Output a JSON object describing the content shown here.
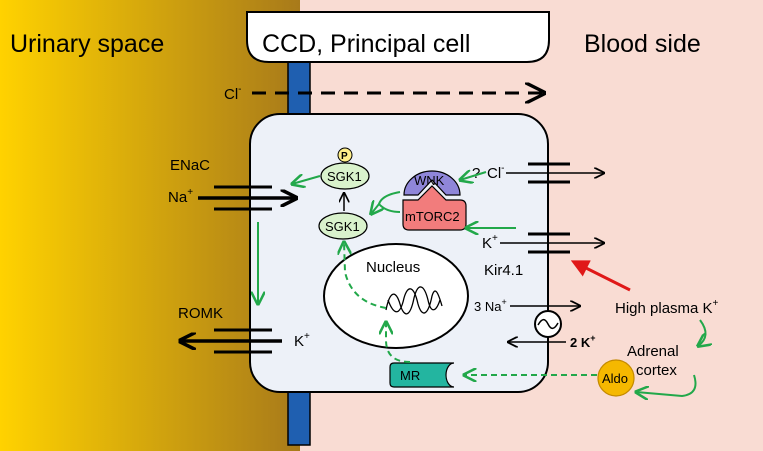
{
  "regions": {
    "urinary": "Urinary space",
    "cell": "CCD, Principal cell",
    "blood": "Blood side"
  },
  "labels": {
    "cl_top": "Cl",
    "cl_top_sup": "-",
    "enac": "ENaC",
    "na": "Na",
    "na_sup": "+",
    "romk": "ROMK",
    "k_romk": "K",
    "k_romk_sup": "+",
    "p": "P",
    "sgk1_p": "SGK1",
    "sgk1": "SGK1",
    "wnk": "WNK",
    "mtorc2": "mTORC2",
    "question": "?",
    "cl_right": "Cl",
    "cl_right_sup": "-",
    "k_kir": "K",
    "k_kir_sup": "+",
    "kir": "Kir4.1",
    "nucleus": "Nucleus",
    "na3": "3 Na",
    "na3_sup": "+",
    "k2": "2 K",
    "k2_sup": "+",
    "mr": "MR",
    "aldo": "Aldo",
    "high_k": "High plasma K",
    "high_k_sup": "+",
    "adrenal_1": "Adrenal",
    "adrenal_2": "cortex"
  },
  "colors": {
    "urinary_dark": "#a87a1a",
    "urinary_light": "#ffd200",
    "blood_bg": "#f9dcd3",
    "cell_fill": "#edf1f8",
    "junction": "#1f5fb0",
    "green_arrow": "#22a84a",
    "red_arrow": "#e01818",
    "wnk": "#8f86d9",
    "mtorc2": "#f27c7c",
    "sgk1": "#d9f2cc",
    "p_badge": "#ffef8a",
    "mr": "#23b5a0",
    "aldo": "#f5b800"
  }
}
